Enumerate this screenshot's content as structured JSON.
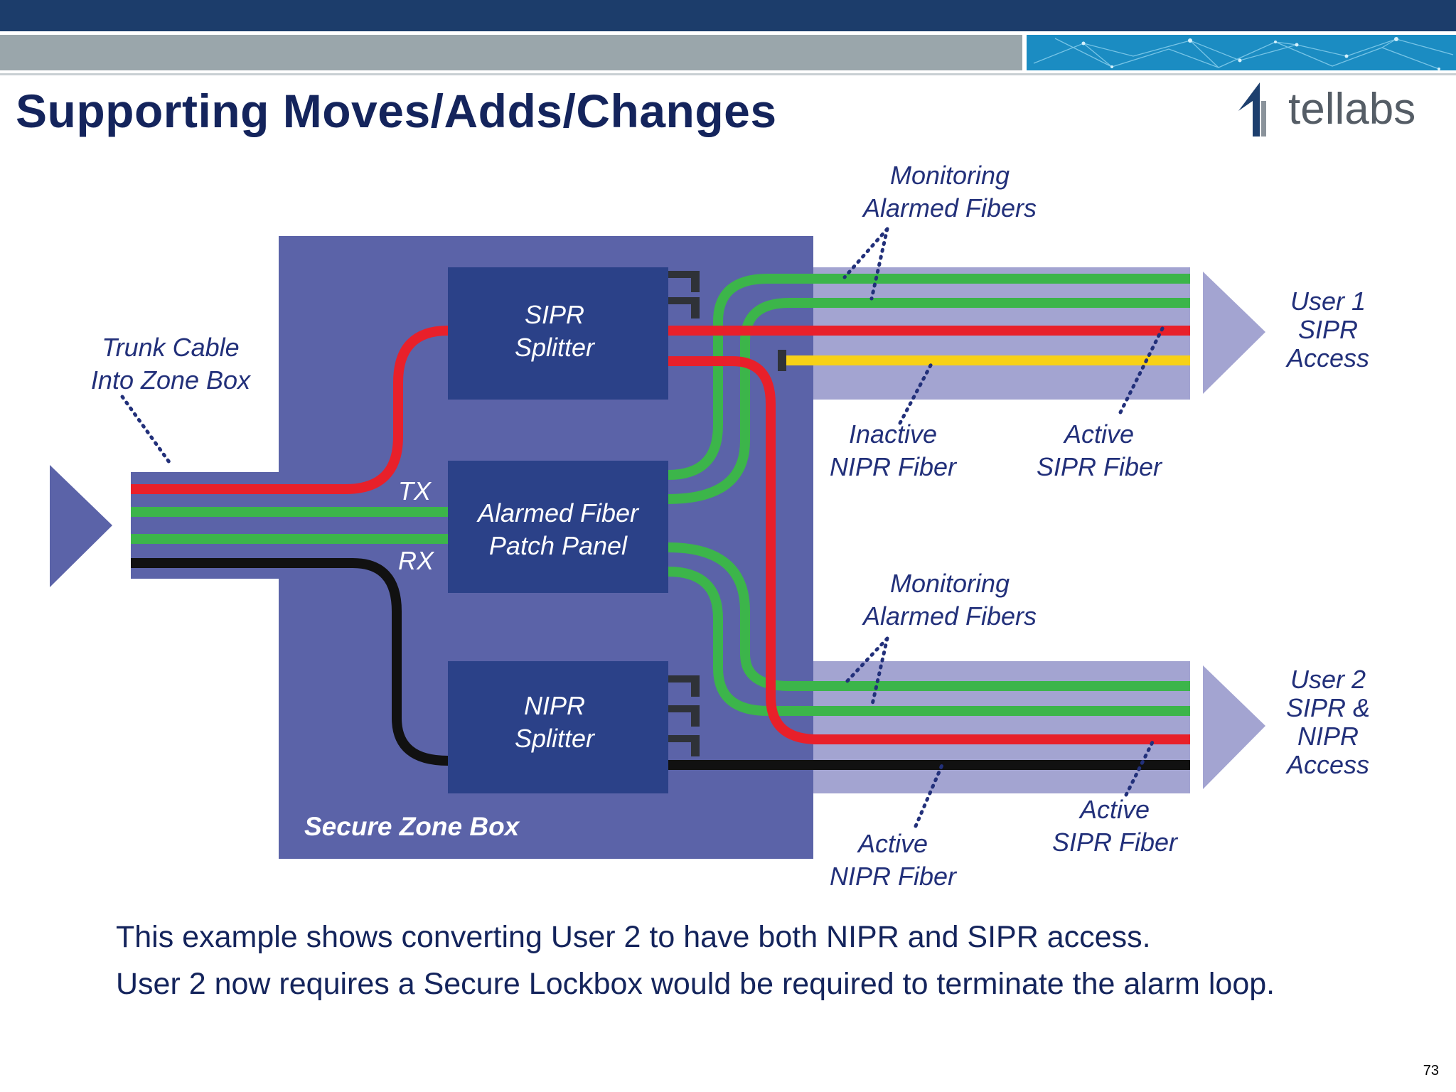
{
  "title": "Supporting Moves/Adds/Changes",
  "logo": {
    "text": "tellabs",
    "icon": "tellabs-logo-icon"
  },
  "labels": {
    "trunk_line1": "Trunk Cable",
    "trunk_line2": "Into Zone Box",
    "tx": "TX",
    "rx": "RX",
    "sipr_splitter_1": "SIPR",
    "sipr_splitter_2": "Splitter",
    "patch_panel_1": "Alarmed Fiber",
    "patch_panel_2": "Patch Panel",
    "nipr_splitter_1": "NIPR",
    "nipr_splitter_2": "Splitter",
    "zone_box": "Secure Zone Box",
    "monitoring_top_1": "Monitoring",
    "monitoring_top_2": "Alarmed Fibers",
    "inactive_nipr_1": "Inactive",
    "inactive_nipr_2": "NIPR Fiber",
    "active_sipr_top_1": "Active",
    "active_sipr_top_2": "SIPR Fiber",
    "monitoring_bottom_1": "Monitoring",
    "monitoring_bottom_2": "Alarmed Fibers",
    "active_nipr_1": "Active",
    "active_nipr_2": "NIPR Fiber",
    "active_sipr_bottom_1": "Active",
    "active_sipr_bottom_2": "SIPR Fiber",
    "user1_1": "User 1",
    "user1_2": "SIPR",
    "user1_3": "Access",
    "user2_1": "User 2",
    "user2_2": "SIPR &",
    "user2_3": "NIPR",
    "user2_4": "Access"
  },
  "caption": {
    "line1": "This example shows converting User 2 to have both NIPR and SIPR access.",
    "line2": "User 2 now requires a Secure Lockbox would be required to terminate the alarm loop."
  },
  "page_number": "73",
  "colors": {
    "header": "#1c3d6b",
    "title": "#14245c",
    "zone_box": "#5b63a8",
    "device_box": "#2b4188",
    "cable_sheath": "#a3a4d1",
    "sipr_fiber": "#e8202a",
    "alarm_fiber": "#3cb54a",
    "nipr_inactive": "#f7d117",
    "nipr_active": "#111111"
  }
}
